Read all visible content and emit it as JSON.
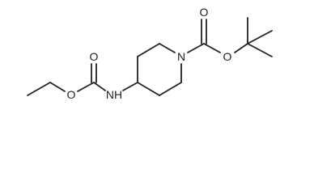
{
  "molecule": {
    "labels": {
      "ring_nitrogen": "N",
      "carbonyl_oxygen_boc": "O",
      "ester_oxygen_boc": "O",
      "amine_nh": "NH",
      "carbonyl_oxygen_carbamate": "O",
      "ester_oxygen_carbamate": "O"
    }
  }
}
